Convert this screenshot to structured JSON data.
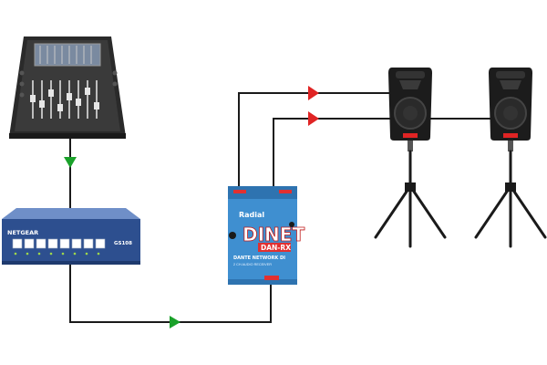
{
  "colors": {
    "cable": "#1a1a1a",
    "arrow_network": "#1aa12a",
    "arrow_audio": "#e02424",
    "switch_body": "#2d4f8f",
    "di_body": "#3f8fd0",
    "speaker_body": "#1c1c1c",
    "mixer_body": "#2a2a2a"
  },
  "icons": {
    "mixer": "digital-mixing-console-icon",
    "switch": "network-switch-icon",
    "di_box": "dante-receiver-icon",
    "speaker": "pa-speaker-on-stand-icon",
    "arrow": "triangle-arrow-icon"
  },
  "switch": {
    "brand": "NETGEAR",
    "model": "GS108"
  },
  "di_box": {
    "brand": "Radial",
    "name": "DINET",
    "model": "DAN-RX",
    "subtitle": "DANTE NETWORK DI",
    "caption": "2 CH AUDIO RECEIVER"
  }
}
